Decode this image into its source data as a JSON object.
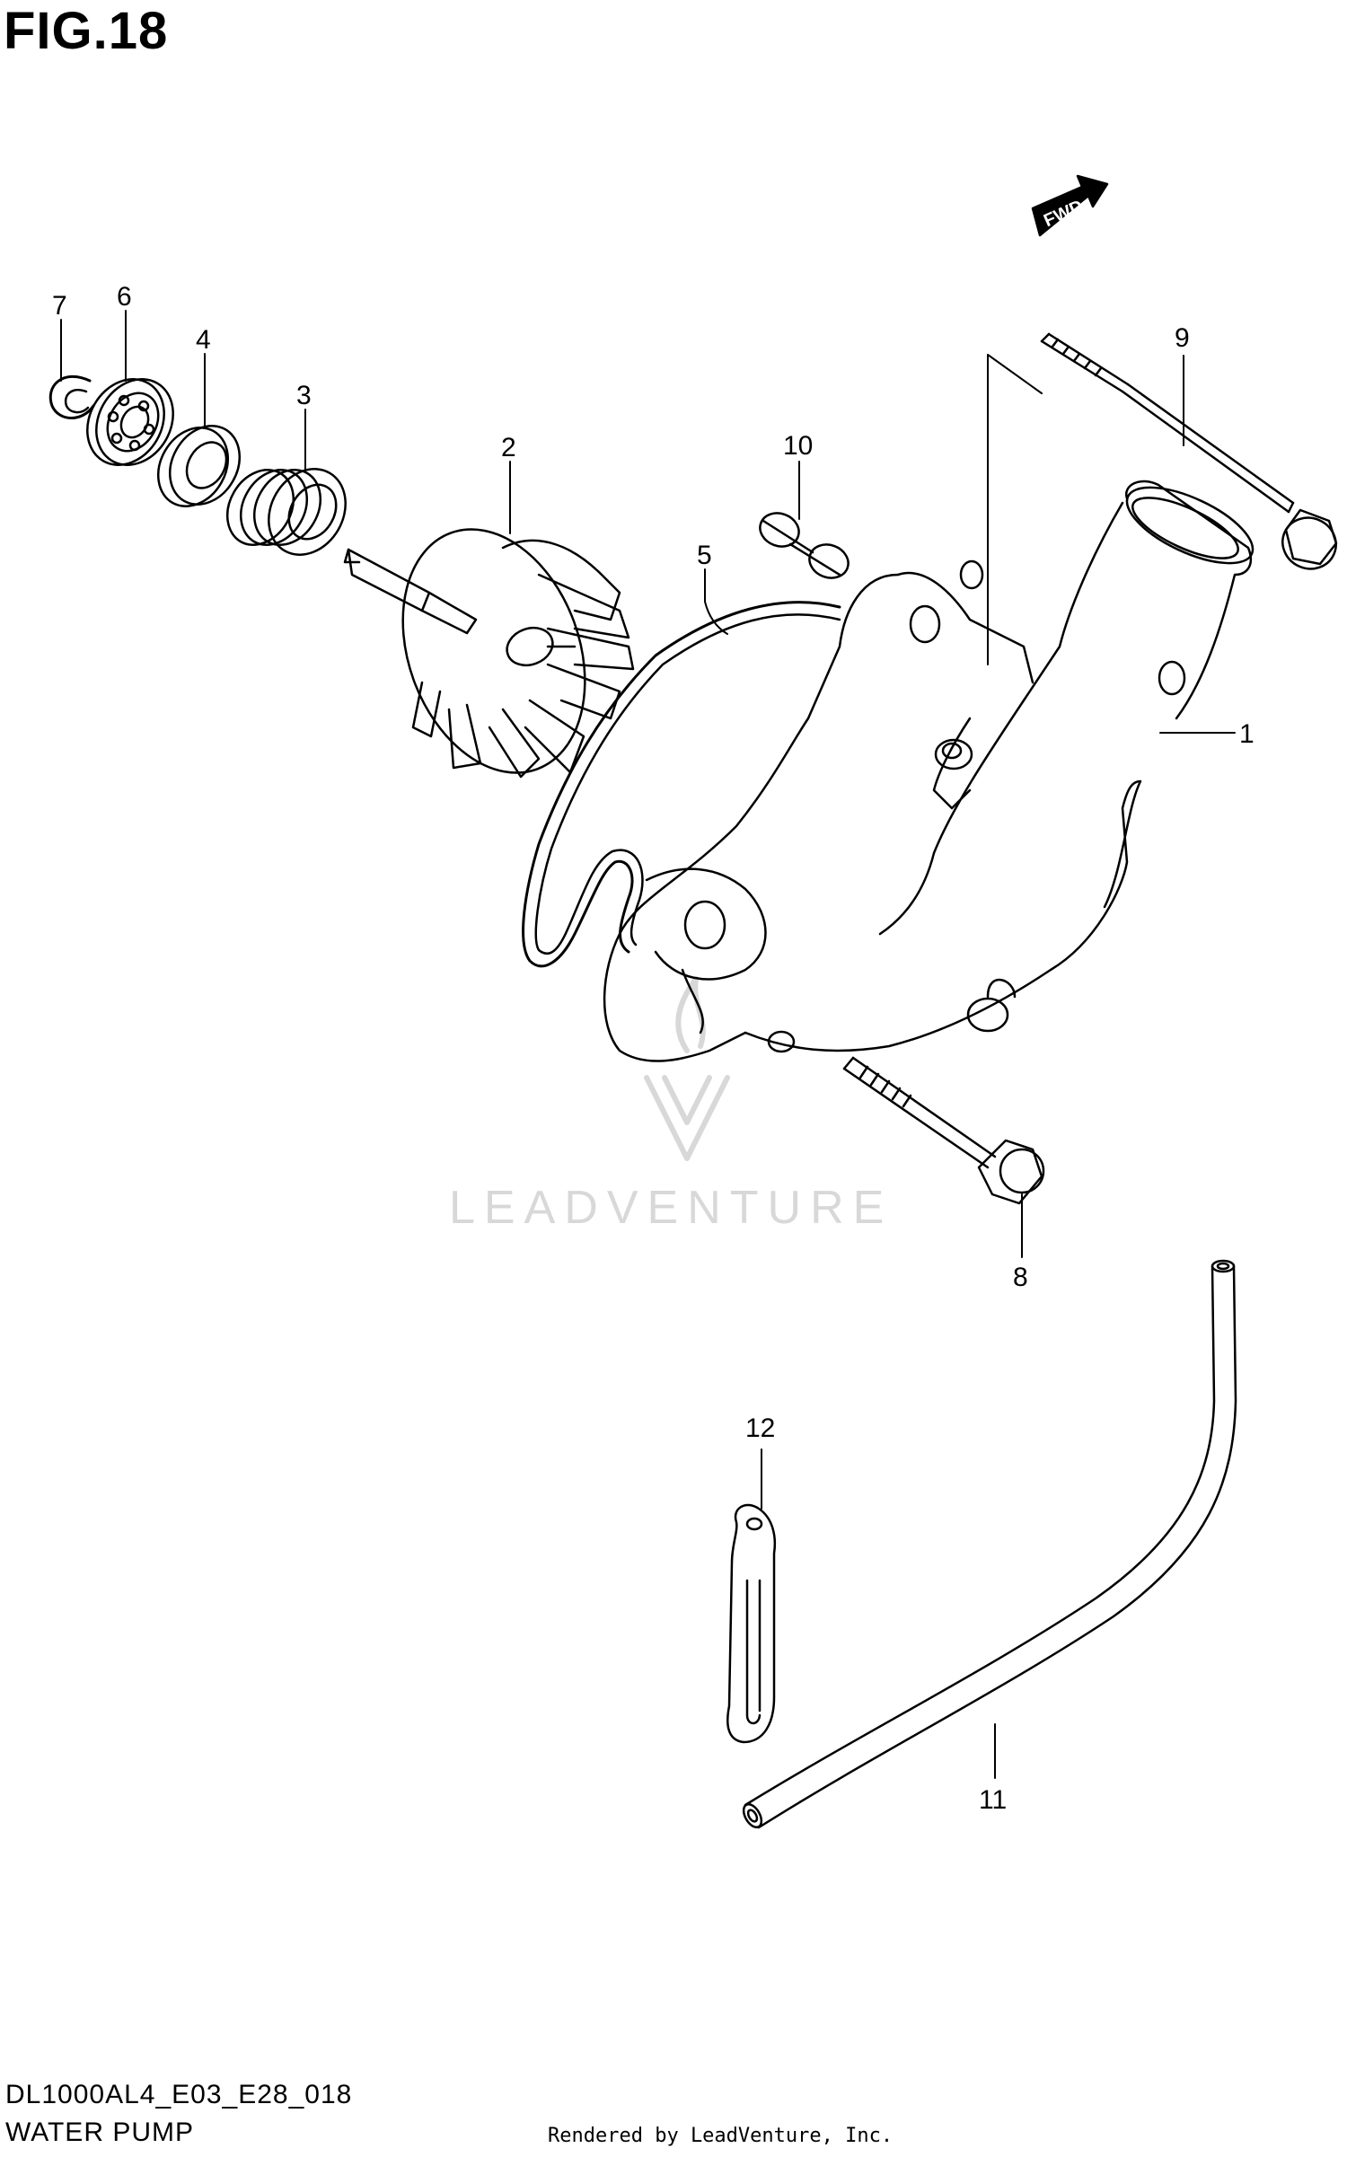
{
  "figure": {
    "title": "FIG.18",
    "model_code": "DL1000AL4_E03_E28_018",
    "section_name": "WATER PUMP",
    "render_credit": "Rendered by LeadVenture, Inc.",
    "watermark": "LEADVENTURE",
    "fwd_badge": "FWD"
  },
  "callouts": [
    {
      "id": "1",
      "label": "1"
    },
    {
      "id": "2",
      "label": "2"
    },
    {
      "id": "3",
      "label": "3"
    },
    {
      "id": "4",
      "label": "4"
    },
    {
      "id": "5",
      "label": "5"
    },
    {
      "id": "6",
      "label": "6"
    },
    {
      "id": "7",
      "label": "7"
    },
    {
      "id": "8",
      "label": "8"
    },
    {
      "id": "9",
      "label": "9"
    },
    {
      "id": "10",
      "label": "10"
    },
    {
      "id": "11",
      "label": "11"
    },
    {
      "id": "12",
      "label": "12"
    }
  ],
  "colors": {
    "line": "#000000",
    "background": "#ffffff",
    "watermark": "#d8d8d8"
  }
}
